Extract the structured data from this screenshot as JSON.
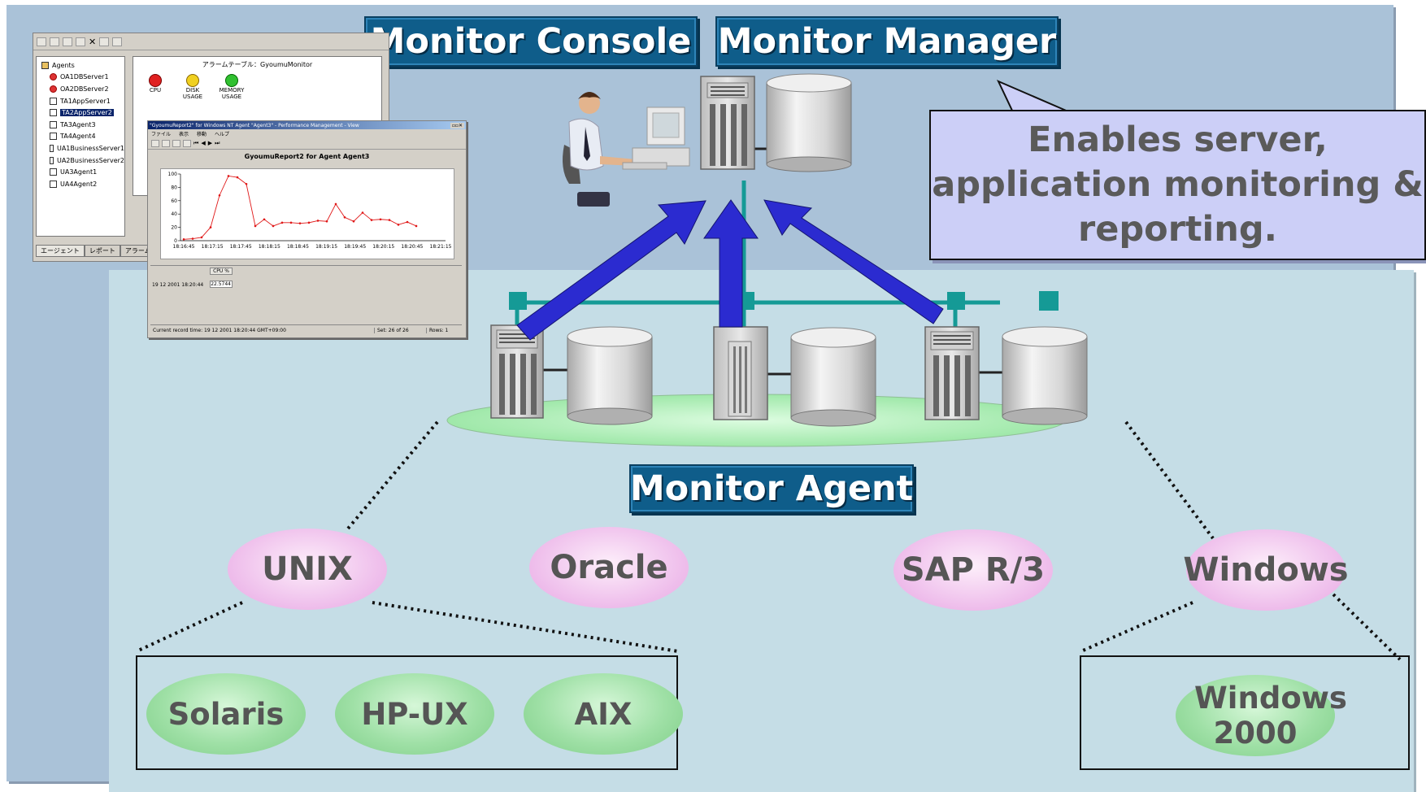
{
  "titles": {
    "console": "Monitor Console",
    "manager": "Monitor Manager",
    "agent": "Monitor Agent"
  },
  "callout": {
    "lines": [
      "Enables server,",
      "application monitoring &",
      "reporting."
    ]
  },
  "platforms": {
    "top_row": [
      "UNIX",
      "Oracle",
      "SAP R/3",
      "Windows"
    ],
    "unix_variants": [
      "Solaris",
      "HP-UX",
      "AIX"
    ],
    "windows_variants": [
      "Windows 2000"
    ]
  },
  "console_window": {
    "tree_root": "Agents",
    "tree_items": [
      "OA1DBServer1",
      "OA2DBServer2",
      "TA1AppServer1",
      "TA2AppServer2",
      "TA3Agent3",
      "TA4Agent4",
      "UA1BusinessServer1",
      "UA2BusinessServer2",
      "UA3Agent1",
      "UA4Agent2"
    ],
    "selected_item": "TA2AppServer2",
    "tabs": [
      "エージェント",
      "レポート",
      "アラーム"
    ],
    "alarm_table_title": "アラームテーブル：GyoumuMonitor",
    "alarm_icons": [
      {
        "label": "CPU",
        "color": "#e02020"
      },
      {
        "label": "DISK USAGE",
        "color": "#f0d020"
      },
      {
        "label": "MEMORY USAGE",
        "color": "#30c030"
      }
    ]
  },
  "report_window": {
    "title_bar": "\"GyoumuReport2\" for Windows NT Agent \"Agent3\" - Performance Management - View",
    "menu": [
      "ファイル",
      "表示",
      "移動",
      "ヘルプ"
    ],
    "chart_title": "GyoumuReport2 for Agent Agent3",
    "column_header": "CPU %",
    "row_label": "19 12 2001  18:20:44",
    "row_value": "22.5744",
    "status_left": "Current record time: 19 12 2001 18:20:44 GMT+09:00",
    "status_mid": "Set: 26 of 26",
    "status_right": "Rows: 1"
  },
  "chart_data": {
    "type": "line",
    "title": "GyoumuReport2 for Agent Agent3",
    "x": [
      "18:16:45",
      "18:17:15",
      "18:17:45",
      "18:18:15",
      "18:18:45",
      "18:19:15",
      "18:19:45",
      "18:20:15",
      "18:20:45",
      "18:21:15"
    ],
    "y_ticks": [
      0,
      20,
      40,
      60,
      80,
      100
    ],
    "ylim": [
      0,
      100
    ],
    "series": [
      {
        "values": [
          2,
          3,
          5,
          20,
          68,
          97,
          95,
          85,
          22,
          32,
          22,
          27,
          27,
          26,
          27,
          30,
          29,
          55,
          35,
          29,
          42,
          31,
          32,
          31,
          24,
          28,
          22
        ]
      }
    ],
    "color": "#e01818"
  },
  "colors": {
    "title_bg": "#0f5d8a",
    "callout_bg": "#cccff7",
    "arrow": "#2b2bd0",
    "network": "#159a96",
    "pink": "#f1c6ee",
    "green": "#9fe0a6"
  }
}
